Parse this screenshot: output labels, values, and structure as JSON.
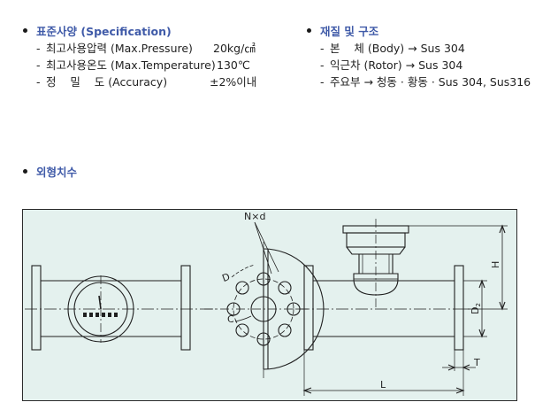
{
  "specification": {
    "title": "표준사양 (Specification)",
    "items": [
      {
        "dash": "-",
        "label": "최고사용압력 (Max.Pressure)",
        "value": "20kg/㎠"
      },
      {
        "dash": "-",
        "label": "최고사용온도 (Max.Temperature)",
        "value": "130℃"
      },
      {
        "dash": "-",
        "label": "정    밀    도 (Accuracy)",
        "value": "±2%이내"
      }
    ]
  },
  "structure": {
    "title": "재질 및 구조",
    "items": [
      {
        "dash": "-",
        "text": "본    체 (Body) → Sus 304"
      },
      {
        "dash": "-",
        "text": "익근차 (Rotor) → Sus 304"
      },
      {
        "dash": "-",
        "text": "주요부 → 청동 · 황동 · Sus 304, Sus316"
      }
    ]
  },
  "dimensions": {
    "title": "외형치수"
  },
  "drawing": {
    "labels": {
      "bolt_holes": "N×d",
      "diameter": "D",
      "pitch": "C",
      "height": "H",
      "inner_diameter": "D",
      "inner_subscript": "2",
      "flange_thickness": "T",
      "length": "L"
    },
    "colors": {
      "background": "#e4f1ee",
      "line": "#1f1f1f"
    }
  }
}
